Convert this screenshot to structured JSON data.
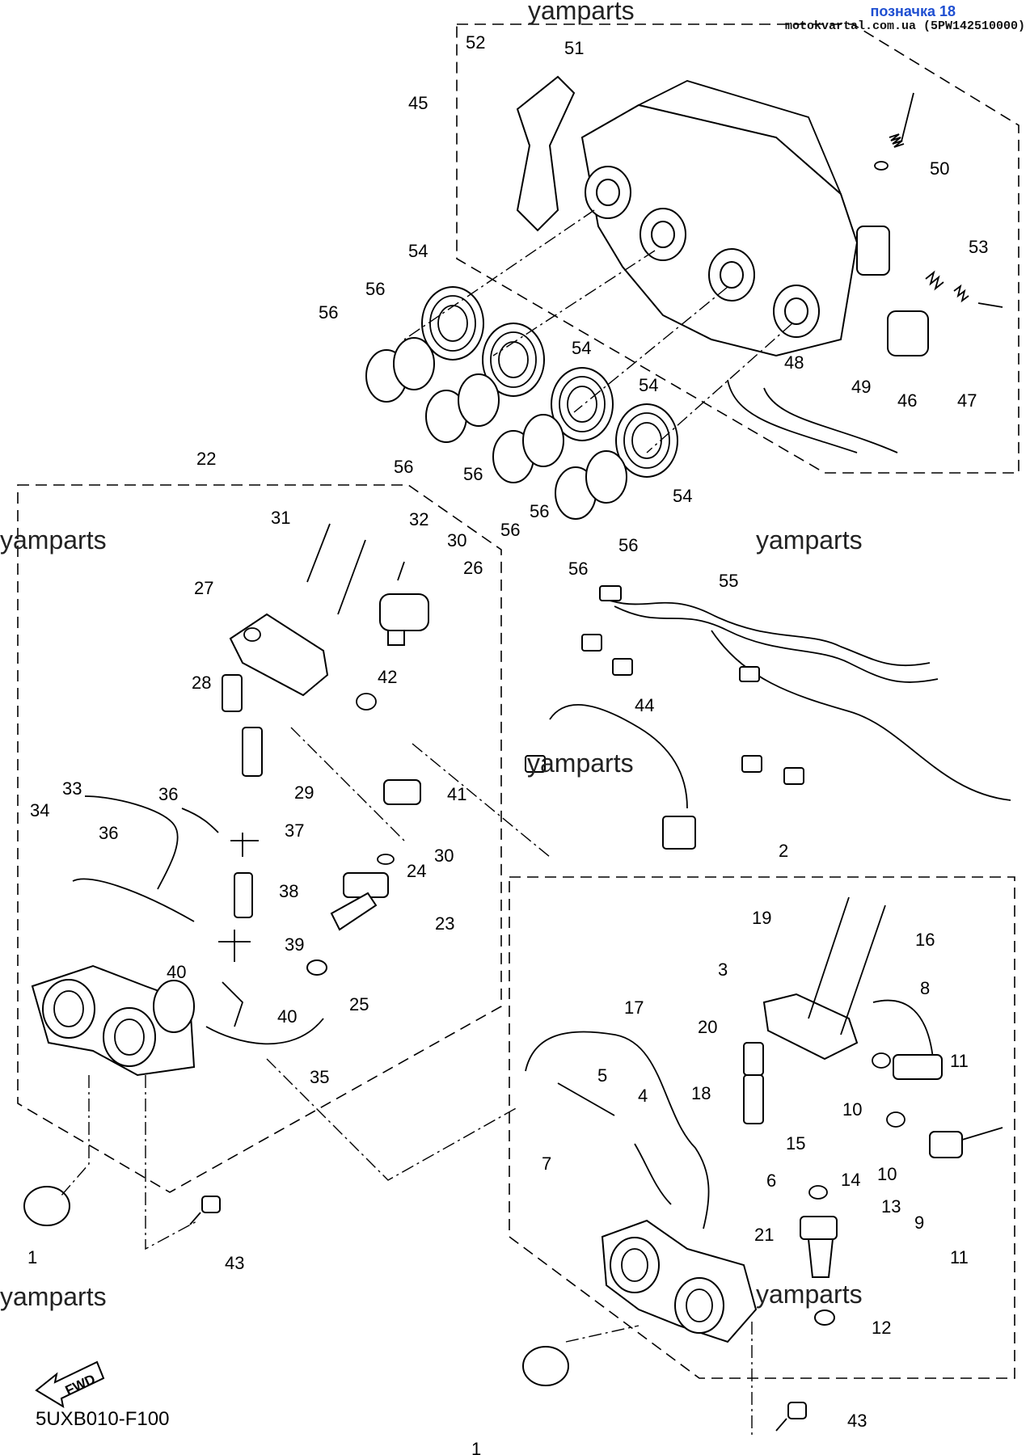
{
  "header": {
    "label": "позначка 18",
    "site": "motokvartal.com.ua (5PW142510000)"
  },
  "watermark": "yamparts",
  "diagram_code": "5UXB010-F100",
  "fwd_label": "FWD",
  "callouts": [
    "1",
    "1",
    "2",
    "3",
    "4",
    "5",
    "6",
    "7",
    "8",
    "9",
    "10",
    "10",
    "11",
    "11",
    "12",
    "13",
    "14",
    "15",
    "16",
    "17",
    "18",
    "19",
    "20",
    "21",
    "22",
    "23",
    "24",
    "25",
    "26",
    "27",
    "28",
    "29",
    "30",
    "30",
    "31",
    "32",
    "33",
    "34",
    "35",
    "36",
    "36",
    "37",
    "38",
    "39",
    "40",
    "40",
    "41",
    "42",
    "43",
    "43",
    "44",
    "45",
    "46",
    "47",
    "48",
    "49",
    "50",
    "51",
    "52",
    "53",
    "54",
    "54",
    "54",
    "54",
    "55",
    "56",
    "56",
    "56",
    "56",
    "56",
    "56",
    "56",
    "56"
  ]
}
